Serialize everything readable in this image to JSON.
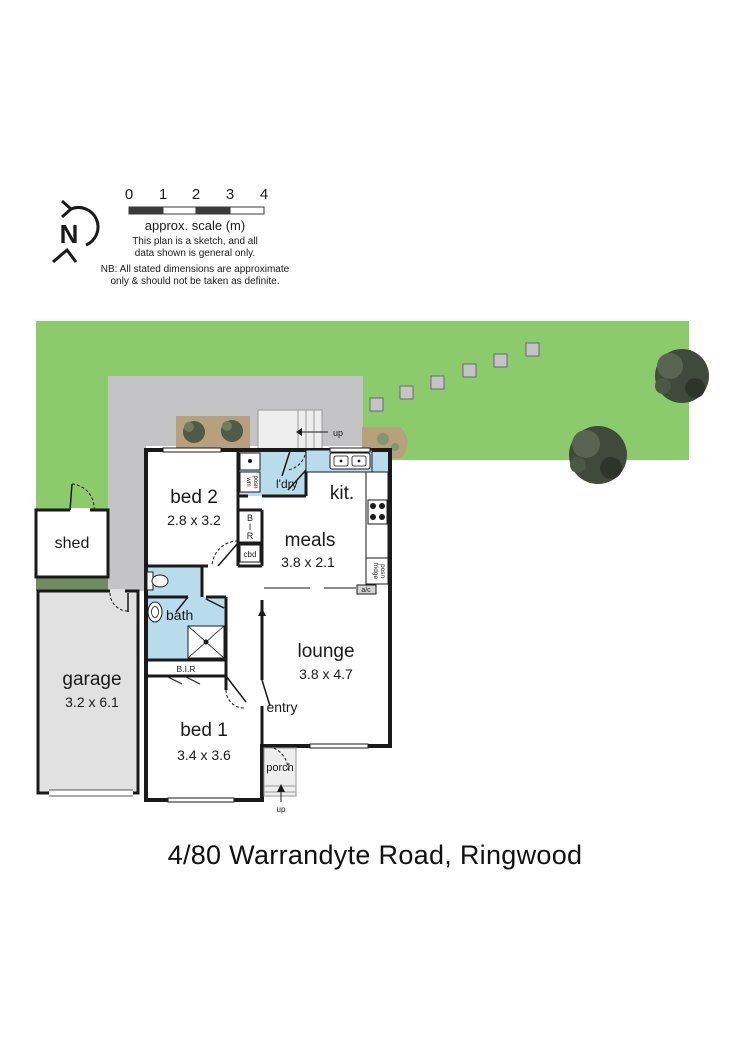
{
  "scale": {
    "ticks": [
      "0",
      "1",
      "2",
      "3",
      "4"
    ],
    "label": "approx. scale (m)",
    "note_line1": "This plan is a sketch, and all",
    "note_line2": "data shown is general only.",
    "nb_line1": "NB: All stated dimensions are approximate",
    "nb_line2": "only & should not be taken as definite."
  },
  "compass": {
    "letter": "N",
    "icon": "north-arrow-icon"
  },
  "rooms": {
    "shed": {
      "name": "shed"
    },
    "garage": {
      "name": "garage",
      "size": "3.2 x 6.1"
    },
    "bed2": {
      "name": "bed 2",
      "size": "2.8 x 3.2"
    },
    "bed1": {
      "name": "bed 1",
      "size": "3.4 x 3.6"
    },
    "meals": {
      "name": "meals",
      "size": "3.8 x 2.1"
    },
    "kitchen": {
      "name": "kit."
    },
    "laundry": {
      "name": "l'dry"
    },
    "lounge": {
      "name": "lounge",
      "size": "3.8 x 4.7"
    },
    "bath": {
      "name": "bath"
    },
    "entry": {
      "name": "entry"
    },
    "porch": {
      "name": "porch"
    }
  },
  "labels": {
    "bir_vertical": [
      "B",
      "I",
      "R"
    ],
    "bir_horizontal": "B.I.R",
    "cbd": "cbd",
    "ac": "a/c",
    "fridge_line1": "fridge",
    "fridge_line2": "posn",
    "washer_line1": "wm",
    "washer_line2": "posn",
    "up_rear": "up",
    "up_porch": "up"
  },
  "colors": {
    "lawn": "#8ccb6b",
    "paving": "#c4c4c6",
    "wet_area": "#b9dcec",
    "garage_floor": "#e1e1e1",
    "wall": "#1a1a1a",
    "tree": "#3f4a3c"
  },
  "address": "4/80 Warrandyte Road, Ringwood"
}
